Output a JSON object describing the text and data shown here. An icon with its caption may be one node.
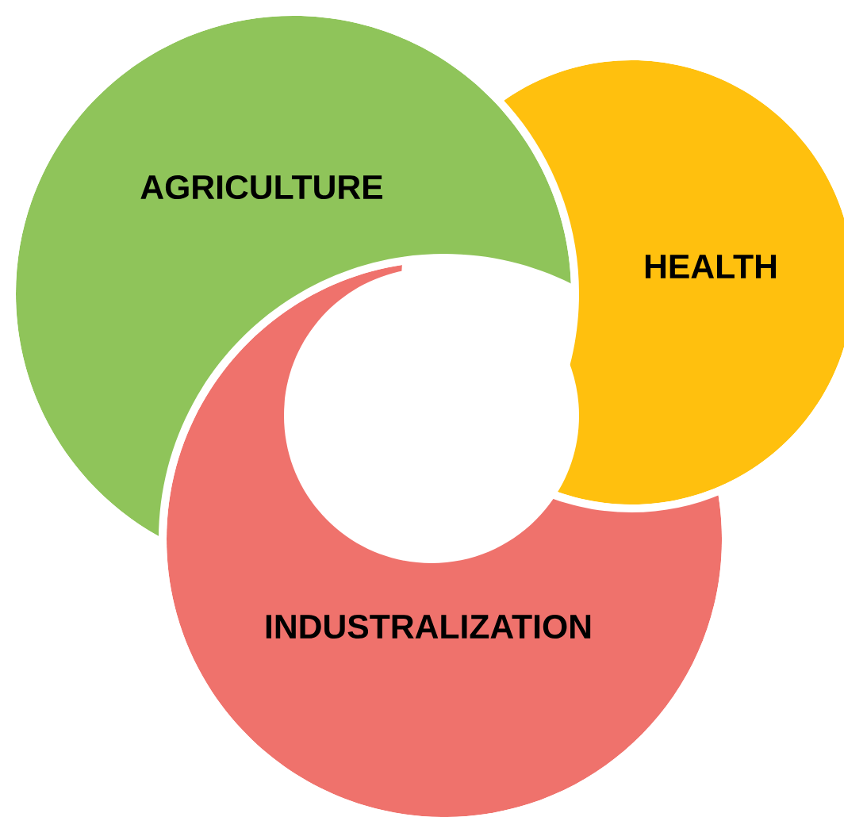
{
  "diagram": {
    "nodes": [
      {
        "text": [
          "AGRICULTURE"
        ]
      },
      {
        "text": [
          "HEALTH"
        ]
      },
      {
        "text": [
          "INDUSTRALIZATION"
        ]
      }
    ]
  }
}
